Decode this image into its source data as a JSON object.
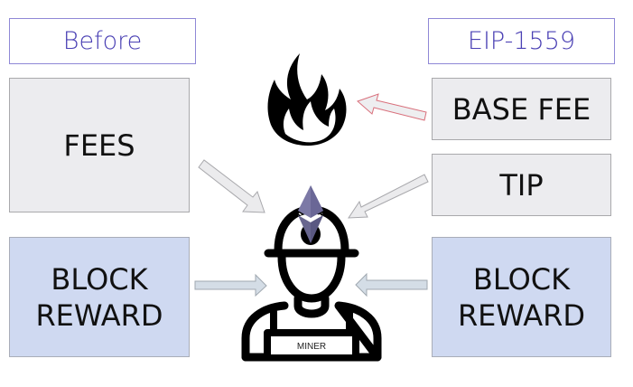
{
  "headers": {
    "before": "Before",
    "eip": "EIP-1559"
  },
  "before_column": {
    "fees": "FEES",
    "block_reward": [
      "BLOCK",
      "REWARD"
    ]
  },
  "eip_column": {
    "base_fee": "BASE FEE",
    "tip": "TIP",
    "block_reward": [
      "BLOCK",
      "REWARD"
    ]
  },
  "center": {
    "burn_icon": "fire-icon",
    "miner_icon": "miner-icon",
    "eth_icon": "ethereum-logo-icon",
    "miner_label": "MINER"
  },
  "colors": {
    "header_text": "#4a40b4",
    "header_border": "#8f88d6",
    "fee_box": "#ececef",
    "reward_box": "#cfd9f1",
    "burn_arrow": "#d9707c",
    "eth": "#6b6a9c"
  }
}
